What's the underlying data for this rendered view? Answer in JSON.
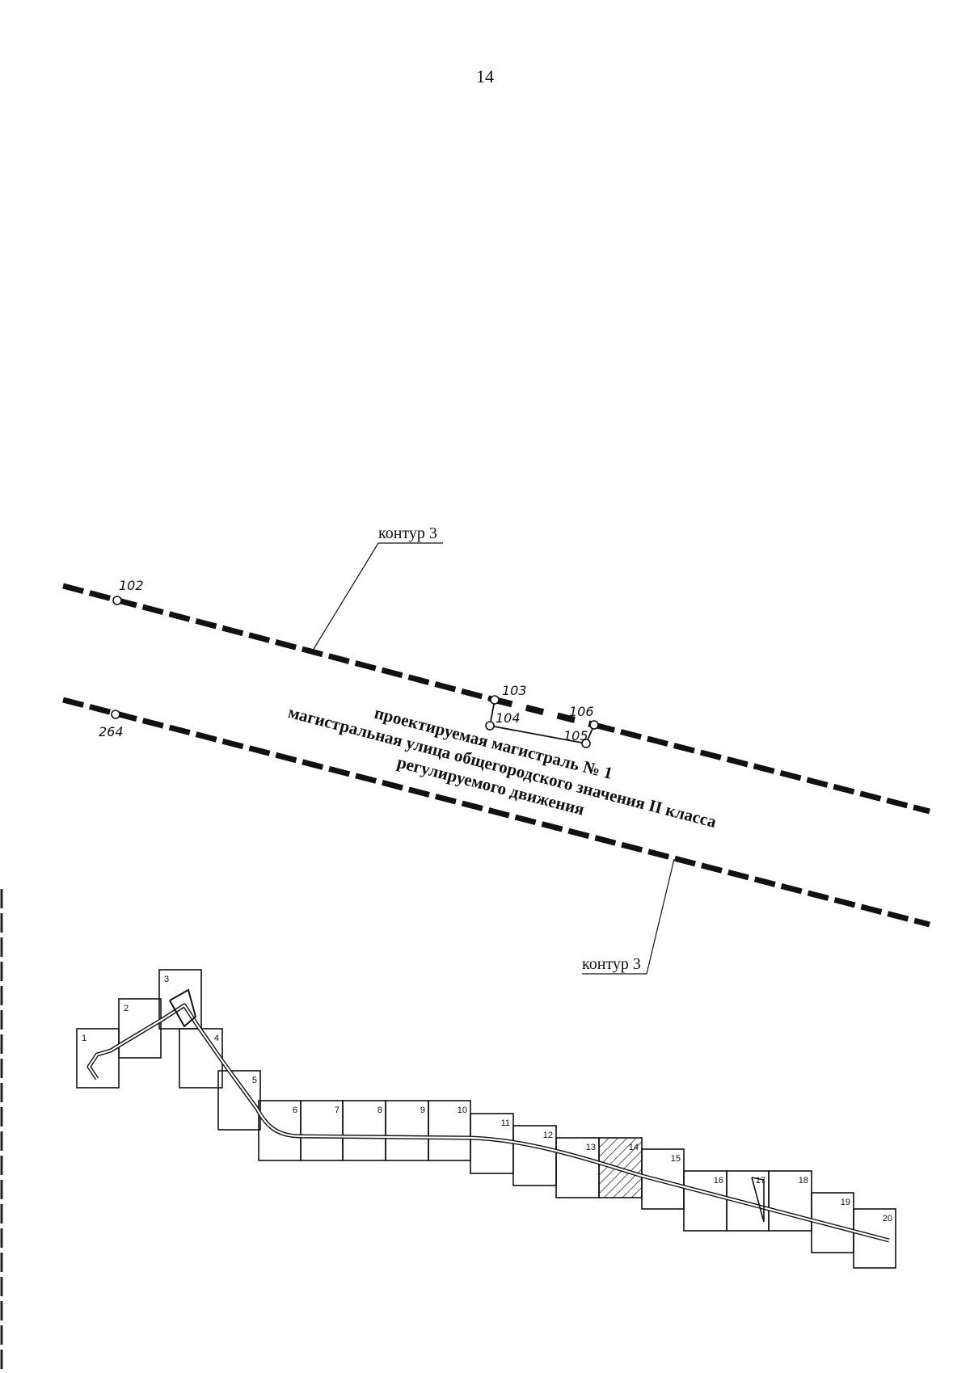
{
  "page": {
    "number": "14"
  },
  "plan": {
    "points": {
      "p102": "102",
      "p103": "103",
      "p104": "104",
      "p105": "105",
      "p106": "106",
      "p264": "264"
    },
    "street_label": {
      "line1": "проектируемая магистраль № 1",
      "line2": "магистральная улица общегородского значения II класса",
      "line3": "регулируемого движения"
    },
    "callout_top": "контур 3",
    "callout_bottom": "контур 3"
  },
  "index_map": {
    "sheets": [
      "1",
      "2",
      "3",
      "4",
      "5",
      "6",
      "7",
      "8",
      "9",
      "10",
      "11",
      "12",
      "13",
      "14",
      "15",
      "16",
      "17",
      "18",
      "19",
      "20"
    ],
    "highlighted_sheet": "14",
    "colors": {
      "line": "#111111",
      "hatch": "#111111"
    }
  }
}
